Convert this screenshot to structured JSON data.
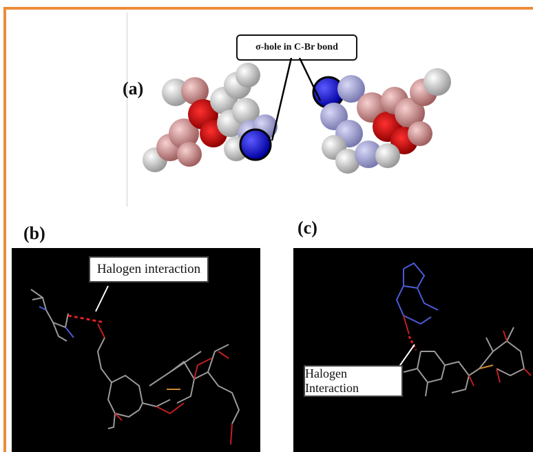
{
  "panels": {
    "a": {
      "label": "(a)",
      "callout": "σ-hole in C-Br bond"
    },
    "b": {
      "label": "(b)",
      "callout": "Halogen interaction"
    },
    "c": {
      "label": "(c)",
      "callout": "Halogen Interaction"
    }
  },
  "colors": {
    "frame": "#ec8c3a",
    "background": "#000000",
    "positive_potential": "#1a1ae6",
    "negative_potential": "#e01010"
  }
}
